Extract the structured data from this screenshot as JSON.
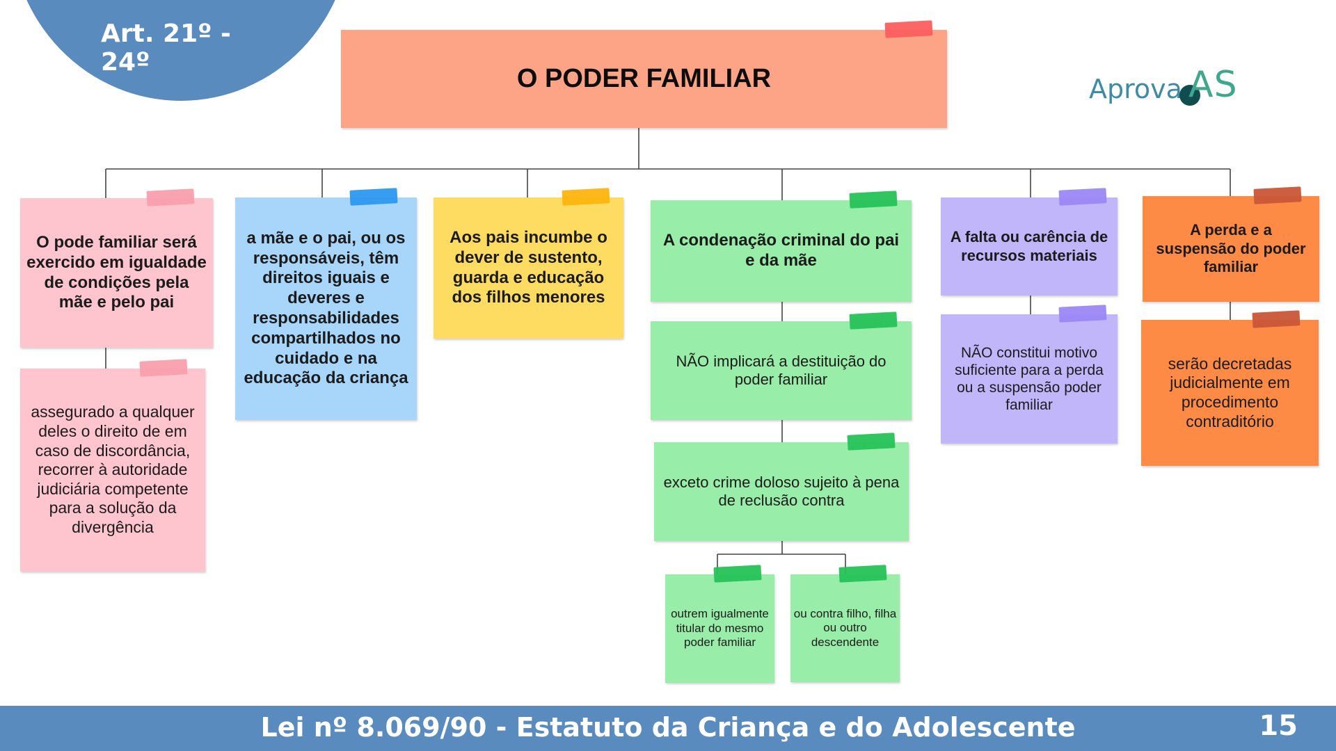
{
  "header": {
    "article_range": "Art. 21º - 24º"
  },
  "logo": {
    "text_part1": "Aprova",
    "text_part2": "AS"
  },
  "diagram": {
    "title": "O PODER FAMILIAR",
    "branches": [
      {
        "heading": "O pode familiar será exercido em igualdade de condições pela mãe e pelo pai",
        "detail": "assegurado a qualquer deles o direito de em caso de discordância, recorrer à autoridade judiciária competente para a solução da divergência"
      },
      {
        "heading": "a mãe e o pai, ou os responsáveis, têm direitos iguais e deveres e responsabilidades compartilhados no cuidado e na educação da criança"
      },
      {
        "heading": "Aos pais incumbe o dever de sustento, guarda e educação dos filhos menores"
      },
      {
        "heading": "A condenação criminal do pai e da mãe",
        "detail": "NÃO implicará a destituição do poder familiar",
        "exception": "exceto crime doloso sujeito à pena de reclusão contra",
        "exception_items": [
          "outrem igualmente titular do mesmo poder familiar",
          "ou contra filho, filha ou outro descendente"
        ]
      },
      {
        "heading": "A falta ou carência de recursos materiais",
        "detail": "NÃO constitui motivo suficiente para a perda ou a suspensão poder familiar"
      },
      {
        "heading": "A perda e a suspensão do poder familiar",
        "detail": "serão decretadas judicialmente em procedimento contraditório"
      }
    ]
  },
  "footer": {
    "law_title": "Lei nº 8.069/90 - Estatuto da Criança e do Adolescente",
    "page_number": "15"
  },
  "colors": {
    "header_blue": "#5a8bbf",
    "title_salmon": "#fea486",
    "pink": "#ffc5cf",
    "blue": "#a8d6fb",
    "yellow": "#fedc62",
    "green": "#98eda8",
    "purple": "#c1b6fa",
    "orange": "#fd8a45",
    "connector": "#444444"
  }
}
